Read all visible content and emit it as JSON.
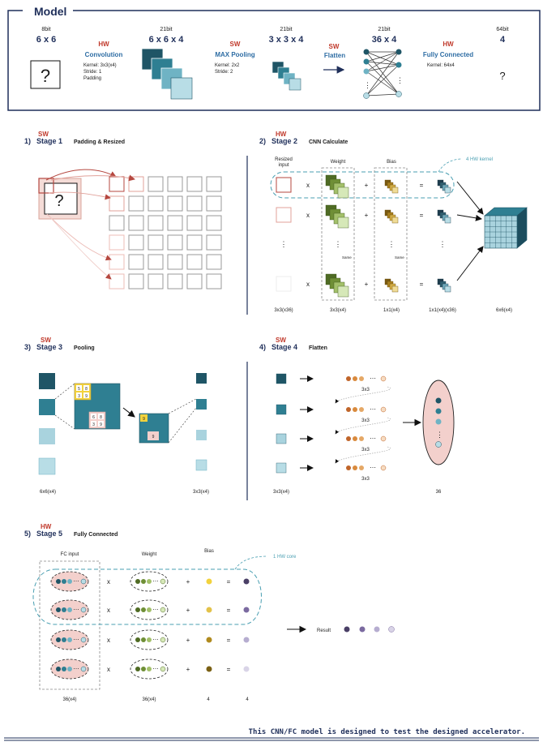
{
  "model": {
    "title": "Model",
    "bits": [
      "8bit",
      "21bit",
      "21bit",
      "21bit",
      "64bit"
    ],
    "dims": [
      "6 x 6",
      "6 x 6 x 4",
      "3 x 3 x 4",
      "36 x 4",
      "4"
    ],
    "unknown": "?",
    "ops": [
      {
        "tag": "HW",
        "name": "Convolution",
        "details": [
          "Kernel: 3x3(x4)",
          "Stride: 1",
          "Padding"
        ]
      },
      {
        "tag": "SW",
        "name": "MAX Pooling",
        "details": [
          "Kernel: 2x2",
          "Stride: 2"
        ]
      },
      {
        "tag": "SW",
        "name": "Flatten",
        "details": []
      },
      {
        "tag": "HW",
        "name": "Fully Connected",
        "details": [
          "Kernel: 64x4"
        ]
      }
    ]
  },
  "stage1": {
    "tag": "SW",
    "num": "1)",
    "name": "Stage 1",
    "desc": "Padding & Resized"
  },
  "stage2": {
    "tag": "HW",
    "num": "2)",
    "name": "Stage 2",
    "desc": "CNN Calculate",
    "col_resized": [
      "Resized",
      "input"
    ],
    "col_weight": "Weight",
    "col_bias": "Bias",
    "kernel_label": "4 HW kernel",
    "same": "Same",
    "ops": {
      "mul": "x",
      "add": "+",
      "eq": "="
    },
    "ellipsis": "⋮",
    "footer": [
      "3x3(x36)",
      "3x3(x4)",
      "1x1(x4)",
      "1x1(x4)(x36)",
      "6x6(x4)"
    ]
  },
  "stage3": {
    "tag": "SW",
    "num": "3)",
    "name": "Stage 3",
    "desc": "Pooling",
    "window_a": [
      "5",
      "8",
      "3",
      "9"
    ],
    "window_b": [
      "6",
      "8",
      "3",
      "9"
    ],
    "max_a": "9",
    "max_b": "9",
    "footer": [
      "6x6(x4)",
      "3x3(x4)"
    ]
  },
  "stage4": {
    "tag": "SW",
    "num": "4)",
    "name": "Stage 4",
    "desc": "Flatten",
    "row_label": "3x3",
    "dots": "⋯",
    "vdots": "⋮",
    "footer": [
      "3x3(x4)",
      "36"
    ]
  },
  "stage5": {
    "tag": "HW",
    "num": "5)",
    "name": "Stage 5",
    "desc": "Fully Connected",
    "col_input": "FC input",
    "col_weight": "Weight",
    "col_bias": "Bias",
    "core_label": "1 HW core",
    "result": "Result",
    "dots": "⋯",
    "ops": {
      "mul": "x",
      "add": "+",
      "eq": "="
    },
    "footer": [
      "36(x4)",
      "36(x4)",
      "4",
      "4"
    ]
  },
  "footer_note": "This CNN/FC model is designed to test the designed accelerator.",
  "colors": {
    "navy": "#1f2f5a",
    "dark_teal": "#1f5566",
    "mid_teal": "#2f7f92",
    "light_teal": "#a9d3de",
    "pink": "#f3d0cc",
    "olive": "#5f7f2e",
    "gold": "#c9a233",
    "red": "#c0392b"
  }
}
